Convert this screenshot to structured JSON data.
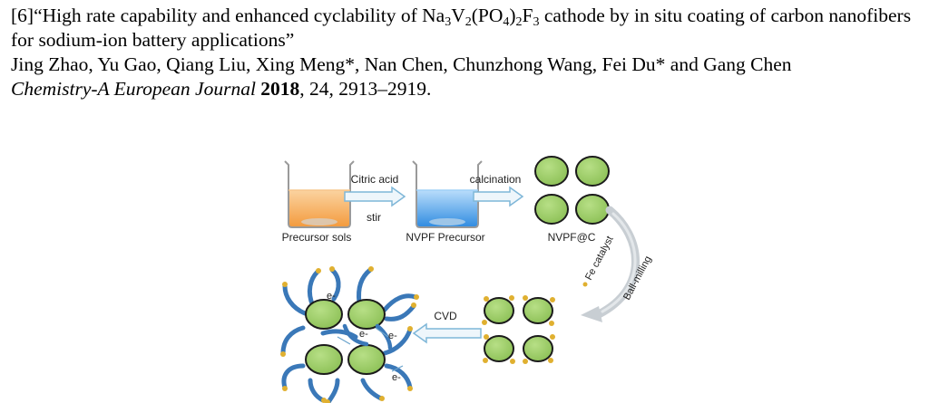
{
  "reference": {
    "index": "[6]",
    "title_open_quote": "“",
    "title_part_1": "High rate capability and enhanced cyclability of Na",
    "formula_sub_1": "3",
    "formula_v": "V",
    "formula_sub_2": "2",
    "formula_po": "(PO",
    "formula_sub_3": "4",
    "formula_paren_close": ")",
    "formula_sub_4": "2",
    "formula_f": "F",
    "formula_sub_5": "3",
    "title_part_2": " cathode by in situ coating of carbon nanofibers for sodium-ion battery applications",
    "title_close_quote": "”",
    "authors": "Jing Zhao, Yu Gao, Qiang Liu, Xing Meng*, Nan Chen, Chunzhong Wang, Fei Du* and Gang Chen",
    "journal": "Chemistry-A European Journal",
    "year": "2018",
    "volume_pages": ", 24, 2913–2919."
  },
  "scheme": {
    "beaker_1_label": "Precursor sols",
    "beaker_2_label": "NVPF Precursor",
    "particles_label": "NVPF@C",
    "step_1_above": "Citric acid",
    "step_1_below": "stir",
    "step_2": "calcination",
    "step_3a": "Fe catalyst",
    "step_3b": "Ball-milling",
    "step_4": "CVD",
    "electron_label": "e-",
    "colors": {
      "particle_fill": "#9ccc65",
      "particle_stroke": "#1b1b1b",
      "fe_dot": "#e0b030",
      "nanofiber": "#3a78b8",
      "solution_orange": "#f5a54a",
      "solution_blue": "#3f9be6",
      "arrow_fill": "#eef6fb",
      "arrow_stroke": "#7fb7d8",
      "curved_arrow": "#c8ced3"
    }
  }
}
